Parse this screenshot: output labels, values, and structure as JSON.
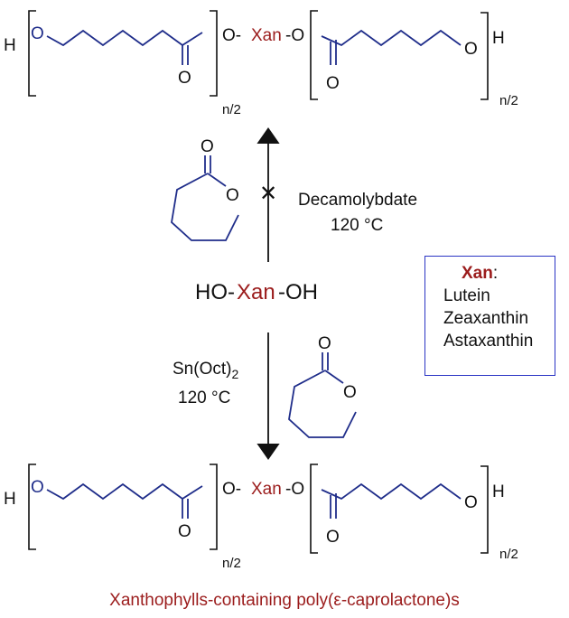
{
  "top_polymer": {
    "h_left": "H",
    "o_left": "O",
    "carbonyl_o_left": "O",
    "link_o_left": "O-",
    "xan": "Xan",
    "link_o_right": "-O",
    "carbonyl_o_right": "O",
    "o_right": "O",
    "h_right": "H",
    "sub_left": "n/2",
    "sub_right": "n/2"
  },
  "bottom_polymer": {
    "h_left": "H",
    "o_left": "O",
    "carbonyl_o_left": "O",
    "link_o_left": "O-",
    "xan": "Xan",
    "link_o_right": "-O",
    "carbonyl_o_right": "O",
    "o_right": "O",
    "h_right": "H",
    "sub_left": "n/2",
    "sub_right": "n/2"
  },
  "upper_reaction": {
    "lactone_carbonyl_o": "O",
    "lactone_ring_o": "O",
    "blocked_mark": "✕",
    "catalyst": "Decamolybdate",
    "temperature": "120 °C"
  },
  "lower_reaction": {
    "lactone_carbonyl_o": "O",
    "lactone_ring_o": "O",
    "catalyst_main": "Sn(Oct)",
    "catalyst_sub": "2",
    "temperature": "120 °C"
  },
  "center_compound": {
    "left": "HO-",
    "xan": "Xan",
    "right": "-OH"
  },
  "legend": {
    "title": "Xan",
    "colon": ":",
    "items": [
      "Lutein",
      "Zeaxanthin",
      "Astaxanthin"
    ]
  },
  "caption": "Xanthophylls-containing poly(ε-caprolactone)s",
  "colors": {
    "xan_red": "#9b1c1c",
    "chain_blue": "#1f2d8a",
    "legend_border": "#2a34c4"
  }
}
